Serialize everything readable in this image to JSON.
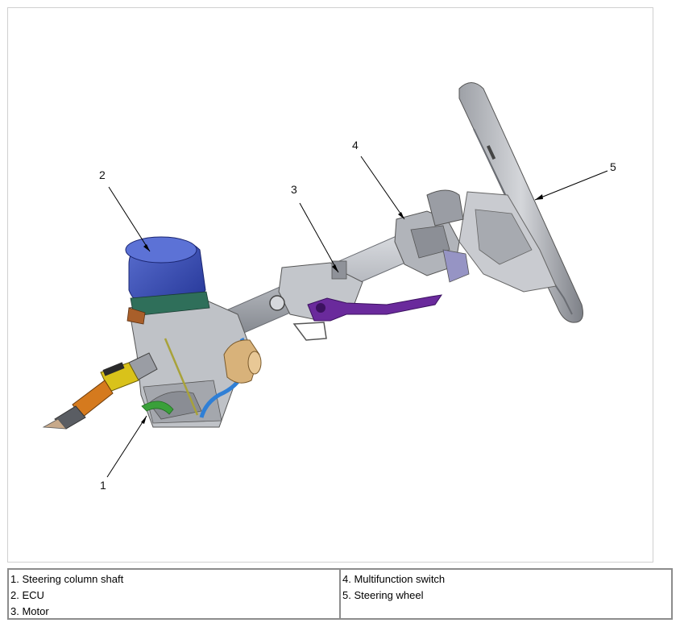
{
  "figure": {
    "callouts": [
      {
        "id": "1"
      },
      {
        "id": "2"
      },
      {
        "id": "3"
      },
      {
        "id": "4"
      },
      {
        "id": "5"
      }
    ]
  },
  "legend": {
    "left": [
      {
        "text": "1. Steering column shaft"
      },
      {
        "text": "2. ECU"
      },
      {
        "text": "3. Motor"
      }
    ],
    "right": [
      {
        "text": "4. Multifunction switch"
      },
      {
        "text": "5. Steering wheel"
      }
    ]
  },
  "colors": {
    "ecu_blue": "#3a4fb0",
    "lever_purple": "#6a2a9c",
    "motor_tan": "#d8b27a",
    "joint_yellow": "#d9c21a",
    "shaft_orange": "#d57a1e",
    "hose_blue": "#2f7fd6",
    "clip_green": "#3aa03a",
    "metal_gray": "#b9bcc2"
  }
}
